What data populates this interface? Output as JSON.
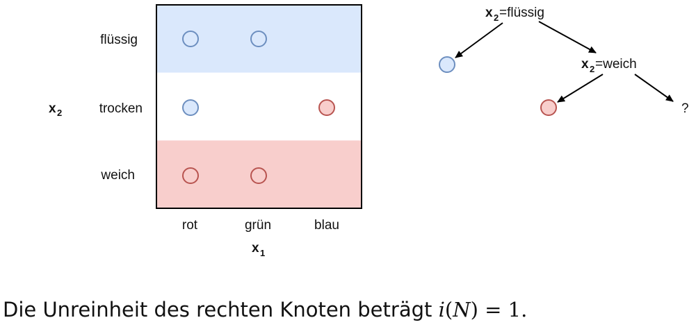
{
  "scatter": {
    "rows": [
      "flüssig",
      "trocken",
      "weich"
    ],
    "cols": [
      "rot",
      "grün",
      "blau"
    ],
    "y_var": "x",
    "y_sub": "2",
    "x_var": "x",
    "x_sub": "1",
    "regions": [
      {
        "row": 0,
        "fill": "#dae8fc"
      },
      {
        "row": 1,
        "fill": "#ffffff"
      },
      {
        "row": 2,
        "fill": "#f8cecc"
      }
    ],
    "points": [
      {
        "row": 0,
        "col": 0,
        "fill": "#dae8fc",
        "stroke": "#6c8ebf"
      },
      {
        "row": 0,
        "col": 1,
        "fill": "#dae8fc",
        "stroke": "#6c8ebf"
      },
      {
        "row": 1,
        "col": 0,
        "fill": "#dae8fc",
        "stroke": "#6c8ebf"
      },
      {
        "row": 1,
        "col": 2,
        "fill": "#f8cecc",
        "stroke": "#b85450"
      },
      {
        "row": 2,
        "col": 0,
        "fill": "#f8cecc",
        "stroke": "#b85450"
      },
      {
        "row": 2,
        "col": 1,
        "fill": "#f8cecc",
        "stroke": "#b85450"
      }
    ]
  },
  "tree": {
    "root": {
      "var": "x",
      "sub": "2",
      "cond": "=flüssig"
    },
    "inner": {
      "var": "x",
      "sub": "2",
      "cond": "=weich"
    },
    "leaf_left": {
      "fill": "#dae8fc",
      "stroke": "#6c8ebf"
    },
    "leaf_mid": {
      "fill": "#f8cecc",
      "stroke": "#b85450"
    },
    "leaf_right": "?"
  },
  "caption": {
    "text": "Die Unreinheit des rechten Knoten beträgt ",
    "i": "i",
    "open": "(",
    "N": "N",
    "close": ") = 1."
  },
  "colors": {
    "blue_fill": "#dae8fc",
    "blue_stroke": "#6c8ebf",
    "red_fill": "#f8cecc",
    "red_stroke": "#b85450"
  }
}
